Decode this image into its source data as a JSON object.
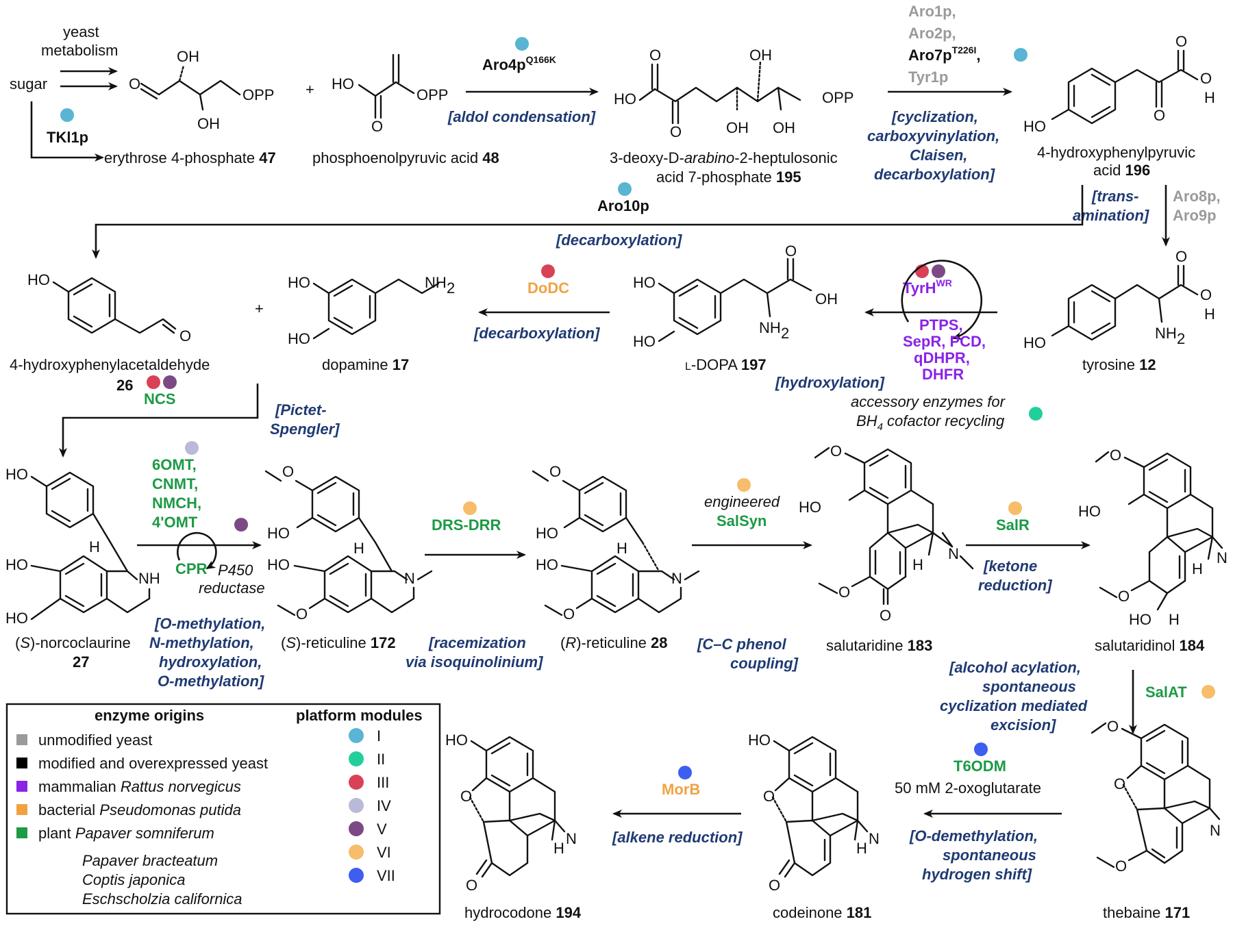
{
  "colors": {
    "module_I": "#5ab4d4",
    "module_II": "#22cf9a",
    "module_III": "#d94256",
    "module_IV": "#b9b9d8",
    "module_V": "#7b4a84",
    "module_VI": "#f7bd6a",
    "module_VII": "#3d5ef0",
    "unmodified": "#9a9a9a",
    "modified": "#000000",
    "mammalian": "#8a22e8",
    "bacterial": "#f0a243",
    "plant": "#1c9a45",
    "reaction_text": "#1f3a73"
  },
  "start": {
    "sugar": "sugar",
    "yeast_metabolism_1": "yeast",
    "yeast_metabolism_2": "metabolism"
  },
  "compounds": {
    "e4p": {
      "name": "erythrose 4-phosphate",
      "num": "47"
    },
    "pep": {
      "name": "phosphoenolpyruvic acid",
      "num": "48"
    },
    "dahp_1": "3-deoxy-D-",
    "dahp_2": "arabino",
    "dahp_3": "-2-heptulosonic",
    "dahp_4": "acid 7-phosphate",
    "dahp_num": "195",
    "hpp_1": "4-hydroxyphenylpyruvic",
    "hpp_2": "acid",
    "hpp_num": "196",
    "hpaa": {
      "name": "4-hydroxyphenylacetaldehyde",
      "num": "26"
    },
    "dopamine": {
      "name": "dopamine",
      "num": "17"
    },
    "ldopa": {
      "prefix": "L",
      "name": "-DOPA",
      "num": "197"
    },
    "tyrosine": {
      "name": "tyrosine",
      "num": "12"
    },
    "norcoclaurine": {
      "pre": "(",
      "s": "S",
      "name": ")-norcoclaurine",
      "num": "27"
    },
    "s_reticuline": {
      "pre": "(",
      "s": "S",
      "name": ")-reticuline",
      "num": "172"
    },
    "r_reticuline": {
      "pre": "(",
      "s": "R",
      "name": ")-reticuline",
      "num": "28"
    },
    "salutaridine": {
      "name": "salutaridine",
      "num": "183"
    },
    "salutaridinol": {
      "name": "salutaridinol",
      "num": "184"
    },
    "thebaine": {
      "name": "thebaine",
      "num": "171"
    },
    "codeinone": {
      "name": "codeinone",
      "num": "181"
    },
    "hydrocodone": {
      "name": "hydrocodone",
      "num": "194"
    }
  },
  "enzymes": {
    "tkl1p": "TKl1p",
    "aro4p": "Aro4p",
    "aro4p_sup": "Q166K",
    "aro1p": "Aro1p,",
    "aro2p": "Aro2p,",
    "aro7p": "Aro7p",
    "aro7p_sup": "T226I",
    "aro7p_comma": ",",
    "tyr1p": "Tyr1p",
    "aro10p": "Aro10p",
    "aro8p": "Aro8p,",
    "aro9p": "Aro9p",
    "dodc": "DoDC",
    "tyrh": "TyrH",
    "tyrh_sup": "WR",
    "cofactor_1": "PTPS,",
    "cofactor_2": "SepR, PCD,",
    "cofactor_3": "qDHPR,",
    "cofactor_4": "DHFR",
    "ncs": "NCS",
    "omt6": "6OMT,",
    "cnmt": "CNMT,",
    "nmch": "NMCH,",
    "omt4": "4'OMT",
    "cpr": "CPR",
    "p450_1": "P450",
    "p450_2": "reductase",
    "drs_drr": "DRS-DRR",
    "engineered": "engineered",
    "salsyn": "SalSyn",
    "salr": "SalR",
    "salat": "SalAT",
    "t6odm": "T6ODM",
    "t6odm_cond": "50 mM 2-oxoglutarate",
    "morb": "MorB",
    "accessory_1": "accessory enzymes for",
    "accessory_2": "BH",
    "accessory_sub": "4",
    "accessory_3": " cofactor recycling"
  },
  "reactions": {
    "aldol": "[aldol condensation]",
    "cyc_1": "[cyclization,",
    "cyc_2": "carboxyvinylation,",
    "cyc_3": "Claisen,",
    "cyc_4": "decarboxylation]",
    "trans_1": "[trans-",
    "trans_2": "amination]",
    "decarb_top": "[decarboxylation]",
    "decarb_mid": "[decarboxylation]",
    "hydroxylation": "[hydroxylation]",
    "pictet_1": "[Pictet-",
    "pictet_2": "Spengler]",
    "ometh_1": "[O-methylation,",
    "ometh_2": "N-methylation,",
    "ometh_3": "hydroxylation,",
    "ometh_4": "O-methylation]",
    "racem_1": "[racemization",
    "racem_2": "via isoquinolinium]",
    "phenol_1": "[C–C phenol",
    "phenol_2": "coupling]",
    "ketone_1": "[ketone",
    "ketone_2": "reduction]",
    "alcohol_1": "[alcohol acylation,",
    "alcohol_2": "spontaneous",
    "alcohol_3": "cyclization mediated",
    "alcohol_4": "excision]",
    "odemeth_1": "[O-demethylation,",
    "odemeth_2": "spontaneous",
    "odemeth_3": "hydrogen shift]",
    "alkene": "[alkene reduction]"
  },
  "atoms": {
    "OH": "OH",
    "HO": "HO",
    "O": "O",
    "OPP": "OPP",
    "H": "H",
    "N": "N",
    "NH": "NH",
    "NH2": "NH",
    "sub2": "2",
    "plus": "+"
  },
  "legend": {
    "origins_title": "enzyme origins",
    "modules_title": "platform modules",
    "origins": [
      {
        "label": "unmodified yeast",
        "color_key": "unmodified"
      },
      {
        "label": "modified and overexpressed yeast",
        "color_key": "modified"
      },
      {
        "label_pre": "mammalian ",
        "label_it": "Rattus norvegicus",
        "color_key": "mammalian"
      },
      {
        "label_pre": "bacterial ",
        "label_it": "Pseudomonas putida",
        "color_key": "bacterial"
      },
      {
        "label_pre": "plant ",
        "label_it": "Papaver somniferum",
        "color_key": "plant"
      }
    ],
    "extra_species": [
      "Papaver bracteatum",
      "Coptis japonica",
      "Eschscholzia californica"
    ],
    "modules": [
      "I",
      "II",
      "III",
      "IV",
      "V",
      "VI",
      "VII"
    ]
  }
}
